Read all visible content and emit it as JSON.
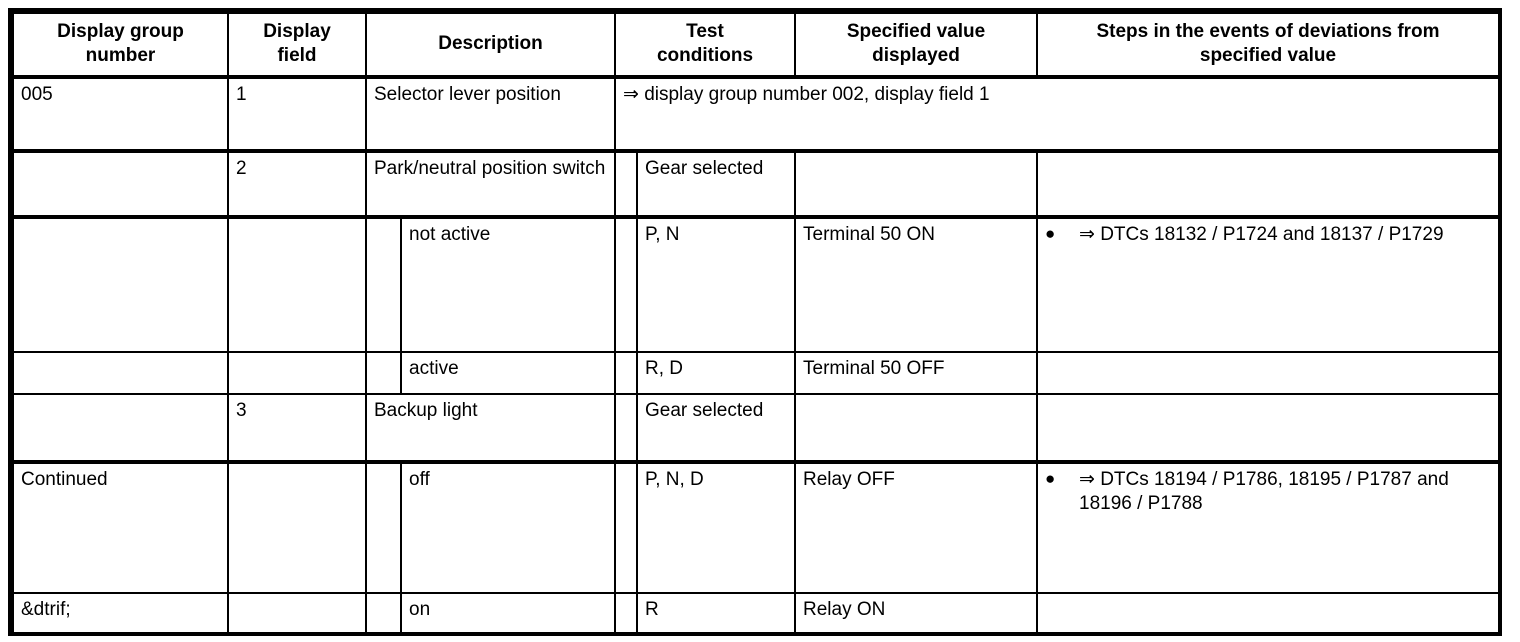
{
  "table": {
    "headers": [
      {
        "label": "Display group\nnumber"
      },
      {
        "label": "Display\nfield"
      },
      {
        "label": "Description"
      },
      {
        "label": "Test\nconditions"
      },
      {
        "label": "Specified value\ndisplayed"
      },
      {
        "label": "Steps in the events of deviations from\nspecified value"
      }
    ],
    "header_labels": {
      "display_group_number_l1": "Display group",
      "display_group_number_l2": "number",
      "display_field_l1": "Display",
      "display_field_l2": "field",
      "description": "Description",
      "test_conditions_l1": "Test",
      "test_conditions_l2": "conditions",
      "specified_value_l1": "Specified value",
      "specified_value_l2": "displayed",
      "steps_l1": "Steps in the events of deviations from",
      "steps_l2": "specified value"
    },
    "rows": [
      {
        "id": "row-005-field1",
        "display_group_number": "005",
        "display_field": "1",
        "description": "Selector lever position",
        "merged_note": "⇒ display group number 002, display field 1",
        "merged": true,
        "indented": false
      },
      {
        "id": "row-field2-pnp-switch",
        "display_group_number": "",
        "display_field": "2",
        "description": "Park/neutral position switch",
        "test_conditions": "Gear selected",
        "specified_value": "",
        "steps": "",
        "indented": false
      },
      {
        "id": "row-not-active",
        "display_group_number": "",
        "display_field": "",
        "description": "not active",
        "test_conditions": "P, N",
        "specified_value": "Terminal 50 ON",
        "steps_bullet": "●",
        "steps": "⇒ DTCs 18132 / P1724 and 18137 / P1729",
        "indented": true
      },
      {
        "id": "row-active",
        "display_group_number": "",
        "display_field": "",
        "description": "active",
        "test_conditions": "R, D",
        "specified_value": "Terminal 50 OFF",
        "steps": "",
        "indented": true
      },
      {
        "id": "row-field3-backup-light",
        "display_group_number": "",
        "display_field": "3",
        "description": "Backup light",
        "test_conditions": "Gear selected",
        "specified_value": "",
        "steps": "",
        "indented": false
      },
      {
        "id": "row-off",
        "display_group_number": "Continued",
        "display_field": "",
        "description": "off",
        "test_conditions": "P, N, D",
        "specified_value": "Relay OFF",
        "steps_bullet": "●",
        "steps": "⇒ DTCs 18194 / P1786, 18195 / P1787 and 18196 / P1788",
        "indented": true
      },
      {
        "id": "row-on",
        "display_group_number": "&dtrif;",
        "display_field": "",
        "description": "on",
        "test_conditions": "R",
        "specified_value": "Relay ON",
        "steps": "",
        "indented": true
      }
    ]
  },
  "colors": {
    "border": "#000000",
    "text": "#000000",
    "background": "#ffffff"
  }
}
